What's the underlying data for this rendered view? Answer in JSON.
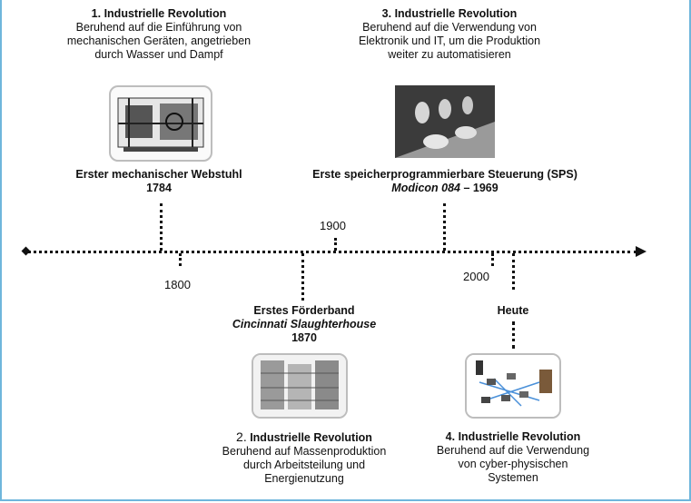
{
  "rev1": {
    "title": "1. Industrielle Revolution",
    "desc1": "Beruhend auf die Einführung von",
    "desc2": "mechanischen Geräten, angetrieben",
    "desc3": "durch Wasser und Dampf"
  },
  "rev3": {
    "title": "3. Industrielle Revolution",
    "desc1": "Beruhend auf die Verwendung von",
    "desc2": "Elektronik und IT, um die Produktion",
    "desc3": "weiter zu automatisieren"
  },
  "event_webstuhl": {
    "name": "Erster mechanischer Webstuhl",
    "year": "1784"
  },
  "event_sps": {
    "name": "Erste speicherprogrammierbare Steuerung (SPS)",
    "model": "Modicon 084",
    "sep": " – ",
    "year": "1969"
  },
  "event_foerderband": {
    "name": "Erstes Förderband",
    "place": "Cincinnati Slaughterhouse",
    "year": "1870"
  },
  "event_heute": {
    "name": "Heute"
  },
  "ticks": {
    "t1800": "1800",
    "t1900": "1900",
    "t2000": "2000"
  },
  "rev2": {
    "num": "2.",
    "title": "Industrielle Revolution",
    "desc1": "Beruhend auf Massenproduktion",
    "desc2": "durch Arbeitsteilung und",
    "desc3": "Energienutzung"
  },
  "rev4": {
    "title": "4. Industrielle Revolution",
    "desc1": "Beruhend auf die Verwendung",
    "desc2": "von cyber-physischen",
    "desc3": "Systemen"
  }
}
